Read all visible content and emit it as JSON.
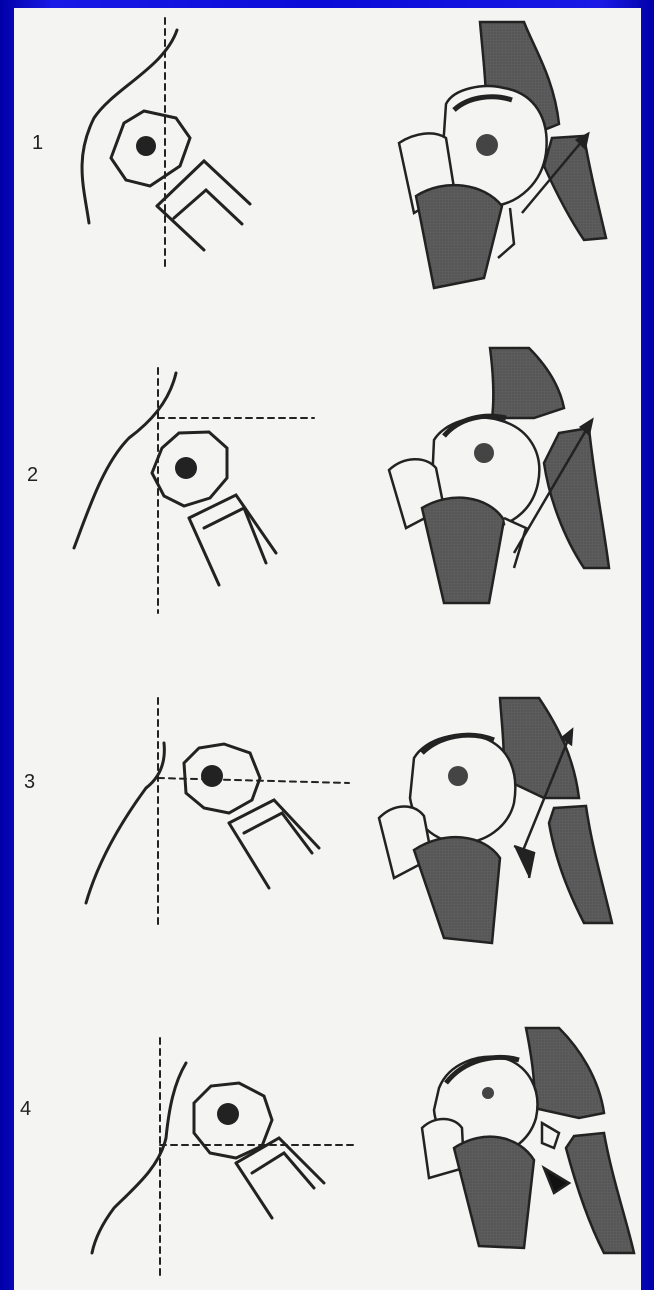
{
  "steps": [
    {
      "number": "1"
    },
    {
      "number": "2"
    },
    {
      "number": "3"
    },
    {
      "number": "4"
    }
  ],
  "colors": {
    "background": "#0a0ad0",
    "panel": "#f4f4f2",
    "line": "#222222",
    "bone_shade": "#5a5a5a"
  },
  "icons": {
    "schematic": "head-and-cup-schematic",
    "anatomy": "hip-anatomy-drawing"
  }
}
